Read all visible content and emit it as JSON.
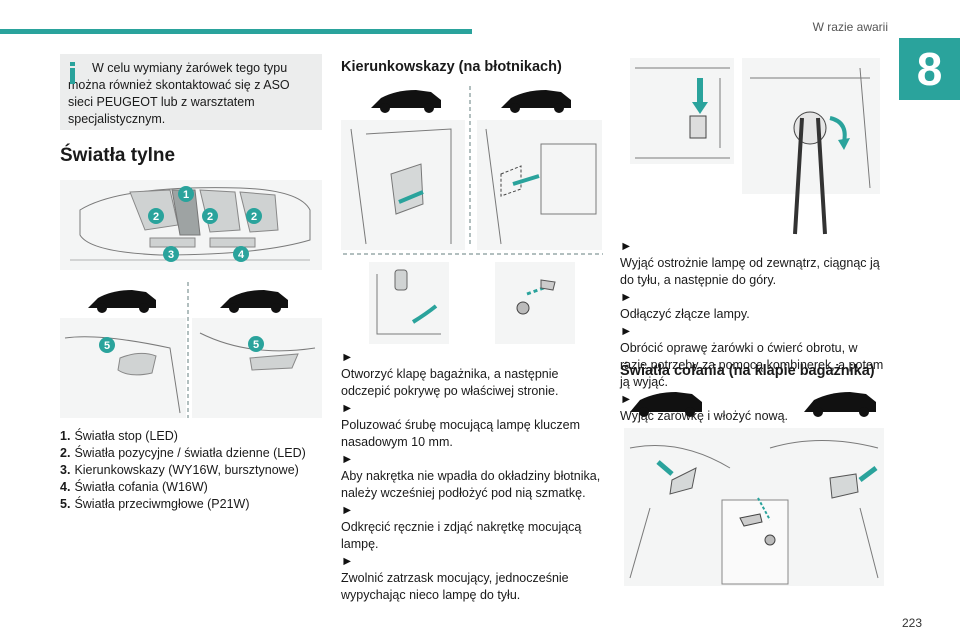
{
  "header": {
    "section": "W razie awarii",
    "chapter": "8",
    "page": "223"
  },
  "info_box": {
    "text": "W celu wymiany żarówek tego typu można również skontaktować się z ASO sieci PEUGEOT lub z warsztatem specjalistycznym."
  },
  "rear_lights": {
    "title": "Światła tylne",
    "badges": [
      "1",
      "2",
      "2",
      "2",
      "3",
      "4",
      "5",
      "5"
    ],
    "items": [
      {
        "num": "1.",
        "label": "Światła stop (LED)"
      },
      {
        "num": "2.",
        "label": "Światła pozycyjne / światła dzienne (LED)"
      },
      {
        "num": "3.",
        "label": "Kierunkowskazy (WY16W, bursztynowe)"
      },
      {
        "num": "4.",
        "label": "Światła cofania (W16W)"
      },
      {
        "num": "5.",
        "label": "Światła przeciwmgłowe (P21W)"
      }
    ]
  },
  "indicators": {
    "title": "Kierunkowskazy (na błotnikach)",
    "steps": [
      "Otworzyć klapę bagażnika, a następnie odczepić pokrywę po właściwej stronie.",
      "Poluzować śrubę mocującą lampę kluczem nasadowym 10 mm.",
      "Aby nakrętka nie wpadła do okładziny błotnika, należy wcześniej podłożyć pod nią szmatkę.",
      "Odkręcić ręcznie i zdjąć nakrętkę mocującą lampę.",
      "Zwolnić zatrzask mocujący, jednocześnie wypychając nieco lampę do tyłu."
    ]
  },
  "removal": {
    "steps": [
      "Wyjąć ostrożnie lampę od zewnątrz, ciągnąc ją do tyłu, a następnie do góry.",
      "Odłączyć złącze lampy.",
      "Obrócić oprawę żarówki o ćwierć obrotu, w razie potrzeby za pomocą kombinerek, a potem ją wyjąć.",
      "Wyjąć żarówkę i włożyć nową."
    ]
  },
  "reversing": {
    "title": "Światła cofania (na klapie bagażnika)"
  },
  "icons": {
    "bullet": "►",
    "info": "info-icon"
  },
  "colors": {
    "accent": "#2aa39c"
  }
}
